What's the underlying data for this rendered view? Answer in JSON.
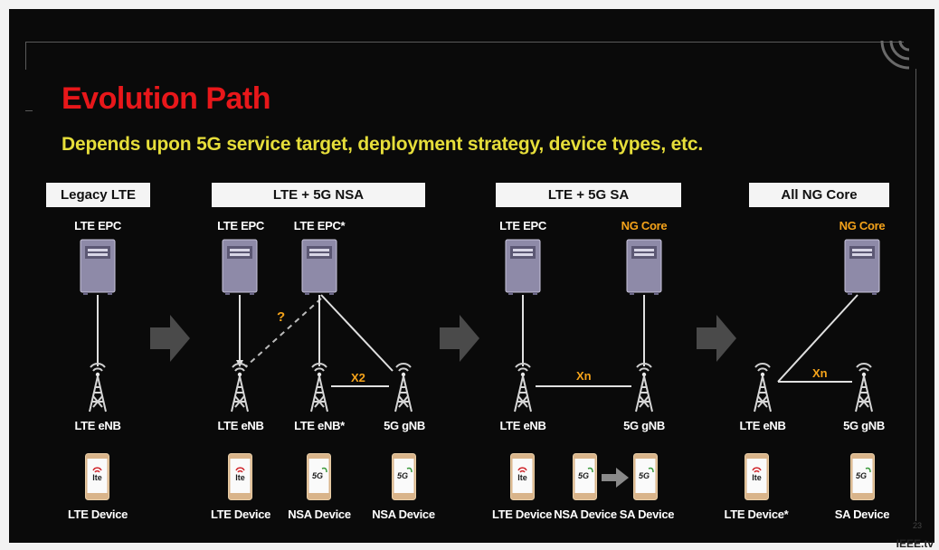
{
  "slide": {
    "title": "Evolution Path",
    "subtitle": "Depends upon 5G service target, deployment strategy, device types, etc.",
    "page_number": "23",
    "watermark": "IEEE.tv"
  },
  "colors": {
    "title": "#e8171a",
    "subtitle": "#e6de3a",
    "highlight": "#f5a31a",
    "background": "#0a0a0a"
  },
  "columns": {
    "legacy": {
      "header": "Legacy LTE",
      "core": "LTE EPC",
      "ran": "LTE eNB",
      "device": "LTE Device"
    },
    "nsa": {
      "header": "LTE + 5G NSA",
      "core_1": "LTE EPC",
      "core_2": "LTE EPC*",
      "ran_1": "LTE eNB",
      "ran_2": "LTE eNB*",
      "ran_3": "5G gNB",
      "interface": "X2",
      "question": "?",
      "device_1": "LTE Device",
      "device_2": "NSA Device",
      "device_3": "NSA Device"
    },
    "sa": {
      "header": "LTE + 5G SA",
      "core_1": "LTE EPC",
      "core_2": "NG Core",
      "ran_1": "LTE eNB",
      "ran_2": "5G gNB",
      "interface": "Xn",
      "device_1": "LTE Device",
      "device_2": "NSA Device",
      "device_3": "SA Device"
    },
    "ngcore": {
      "header": "All NG Core",
      "core": "NG Core",
      "ran_1": "LTE eNB",
      "ran_2": "5G gNB",
      "interface": "Xn",
      "device_1": "LTE Device*",
      "device_2": "SA Device"
    }
  },
  "phone_logos": {
    "lte": "lte",
    "fiveg": "5G"
  },
  "icons": [
    "server-icon",
    "cell-tower-icon",
    "smartphone-icon",
    "right-arrow-icon"
  ]
}
